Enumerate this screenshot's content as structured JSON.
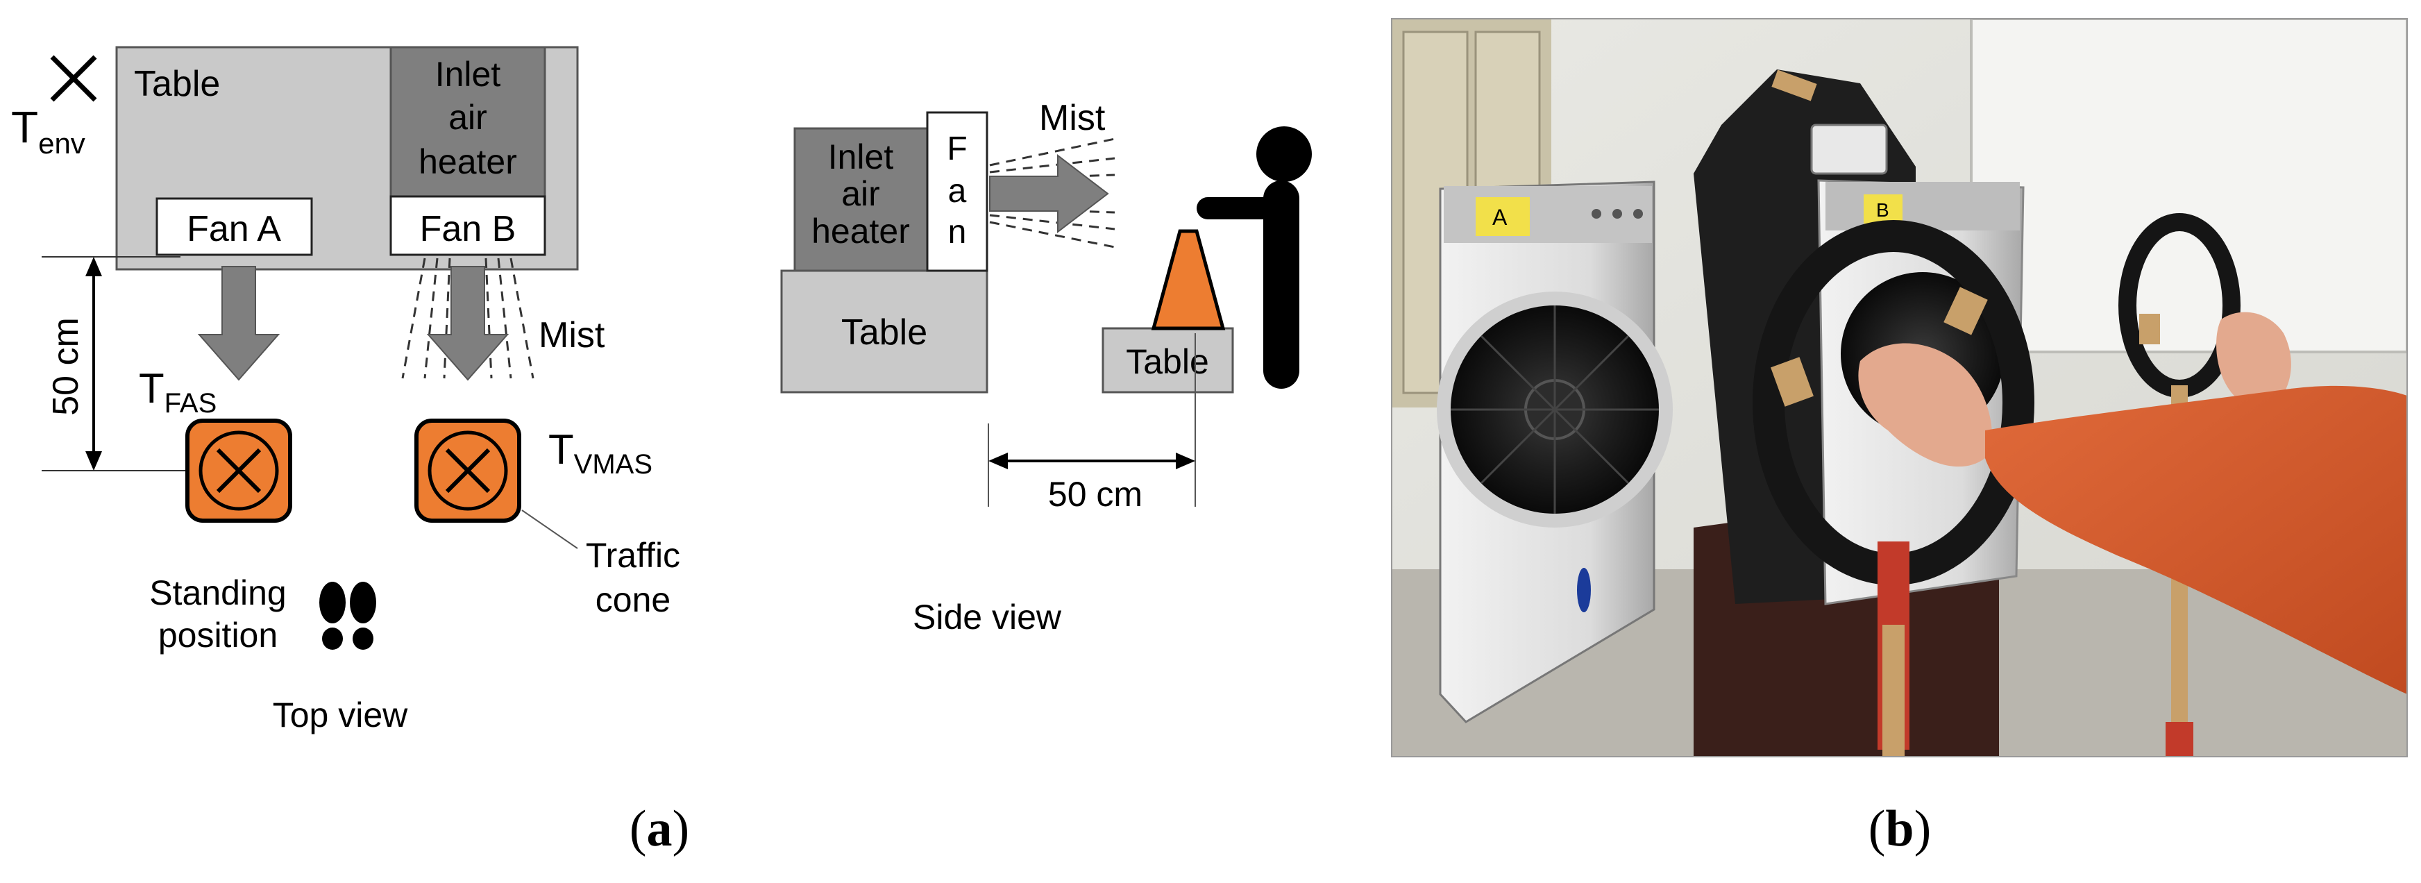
{
  "top_view": {
    "env_sub": "env",
    "table_label": "Table",
    "heater_lines": [
      "Inlet",
      "air",
      "heater"
    ],
    "fan_a": "Fan A",
    "fan_b": "Fan B",
    "mist": "Mist",
    "distance": "50 cm",
    "fas_sub": "FAS",
    "vmas_sub": "VMAS",
    "traffic_cone_lines": [
      "Traffic",
      "cone"
    ],
    "standing_lines": [
      "Standing",
      "position"
    ],
    "caption": "Top view",
    "T": "T"
  },
  "side_view": {
    "heater_lines": [
      "Inlet",
      "air",
      "heater"
    ],
    "fan_letters": [
      "F",
      "a",
      "n"
    ],
    "mist": "Mist",
    "table_left": "Table",
    "table_right": "Table",
    "distance": "50 cm",
    "caption": "Side view"
  },
  "photo": {
    "fan_a_tag": "A",
    "fan_b_tag": "B"
  },
  "panel_labels": {
    "a": "a",
    "b": "b",
    "open": "(",
    "close": ")"
  },
  "colors": {
    "table_gray": "#c9c9c9",
    "heater_gray": "#7f7f7f",
    "arrow_gray": "#7f7f7f",
    "cone_orange": "#ed7d31",
    "shirt_orange": "#d2552a"
  }
}
